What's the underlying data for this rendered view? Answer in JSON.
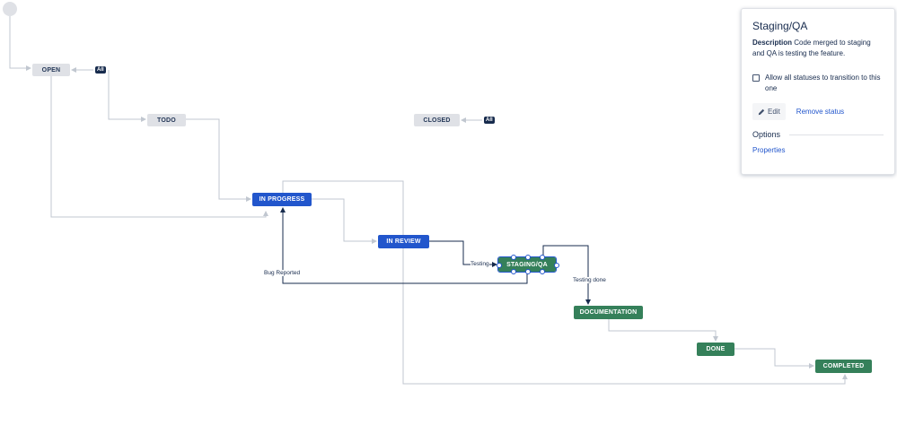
{
  "workflow": {
    "statuses": {
      "open": "OPEN",
      "todo": "TODO",
      "closed": "CLOSED",
      "in_progress": "IN PROGRESS",
      "in_review": "IN REVIEW",
      "staging_qa": "STAGING/QA",
      "documentation": "DOCUMENTATION",
      "done": "DONE",
      "completed": "COMPLETED"
    },
    "badges": {
      "open_all": "All",
      "closed_all": "All"
    },
    "transitions": {
      "testing": "Testing",
      "testing_done": "Testing done",
      "bug_reported": "Bug Reported"
    },
    "colors": {
      "grey_status": "#dfe1e6",
      "in_progress_status": "#2256cc",
      "done_status": "#35805a",
      "edge": "#c1c7d0",
      "edge_selected": "#172b4d"
    }
  },
  "panel": {
    "title": "Staging/QA",
    "description_label": "Description",
    "description_text": "Code merged to staging and QA is testing the feature.",
    "allow_all_label": "Allow all statuses to transition to this one",
    "allow_all_checked": false,
    "edit_label": "Edit",
    "edit_icon": "pencil-icon",
    "remove_label": "Remove status",
    "options_heading": "Options",
    "properties_label": "Properties"
  }
}
